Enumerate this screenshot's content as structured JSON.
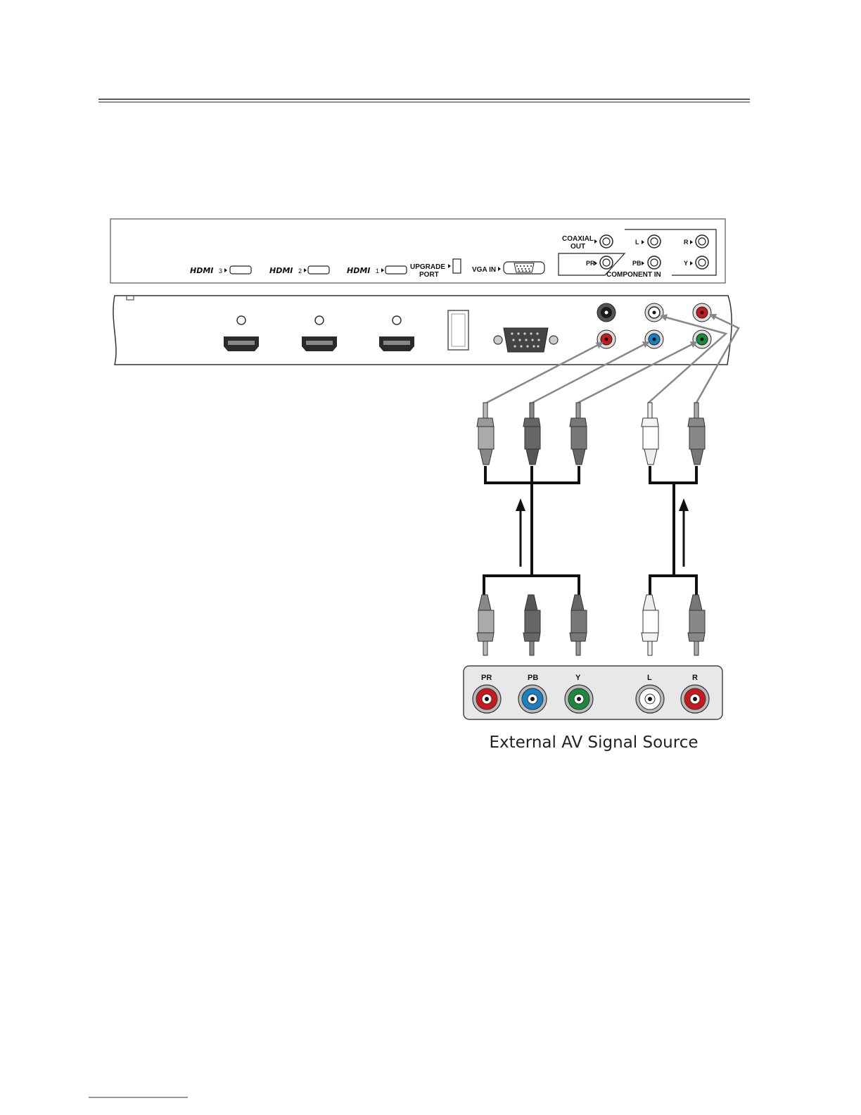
{
  "panel_labels": {
    "hdmi_logo": "HDMI",
    "hdmi3_num": "3",
    "hdmi2_num": "2",
    "hdmi1_num": "1",
    "upgrade_line1": "UPGRADE",
    "upgrade_line2": "PORT",
    "vga_in": "VGA IN",
    "coaxial_line1": "COAXIAL",
    "coaxial_line2": "OUT",
    "l": "L",
    "r": "R",
    "pr": "PR",
    "pb": "PB",
    "y": "Y",
    "component_in": "COMPONENT IN"
  },
  "source_labels": {
    "pr": "PR",
    "pb": "PB",
    "y": "Y",
    "l": "L",
    "r": "R"
  },
  "caption": "External AV Signal Source",
  "colors": {
    "red": "#c8191f",
    "blue": "#1b7fc4",
    "green": "#1a8a3a",
    "white": "#ffffff",
    "black": "#222222"
  }
}
